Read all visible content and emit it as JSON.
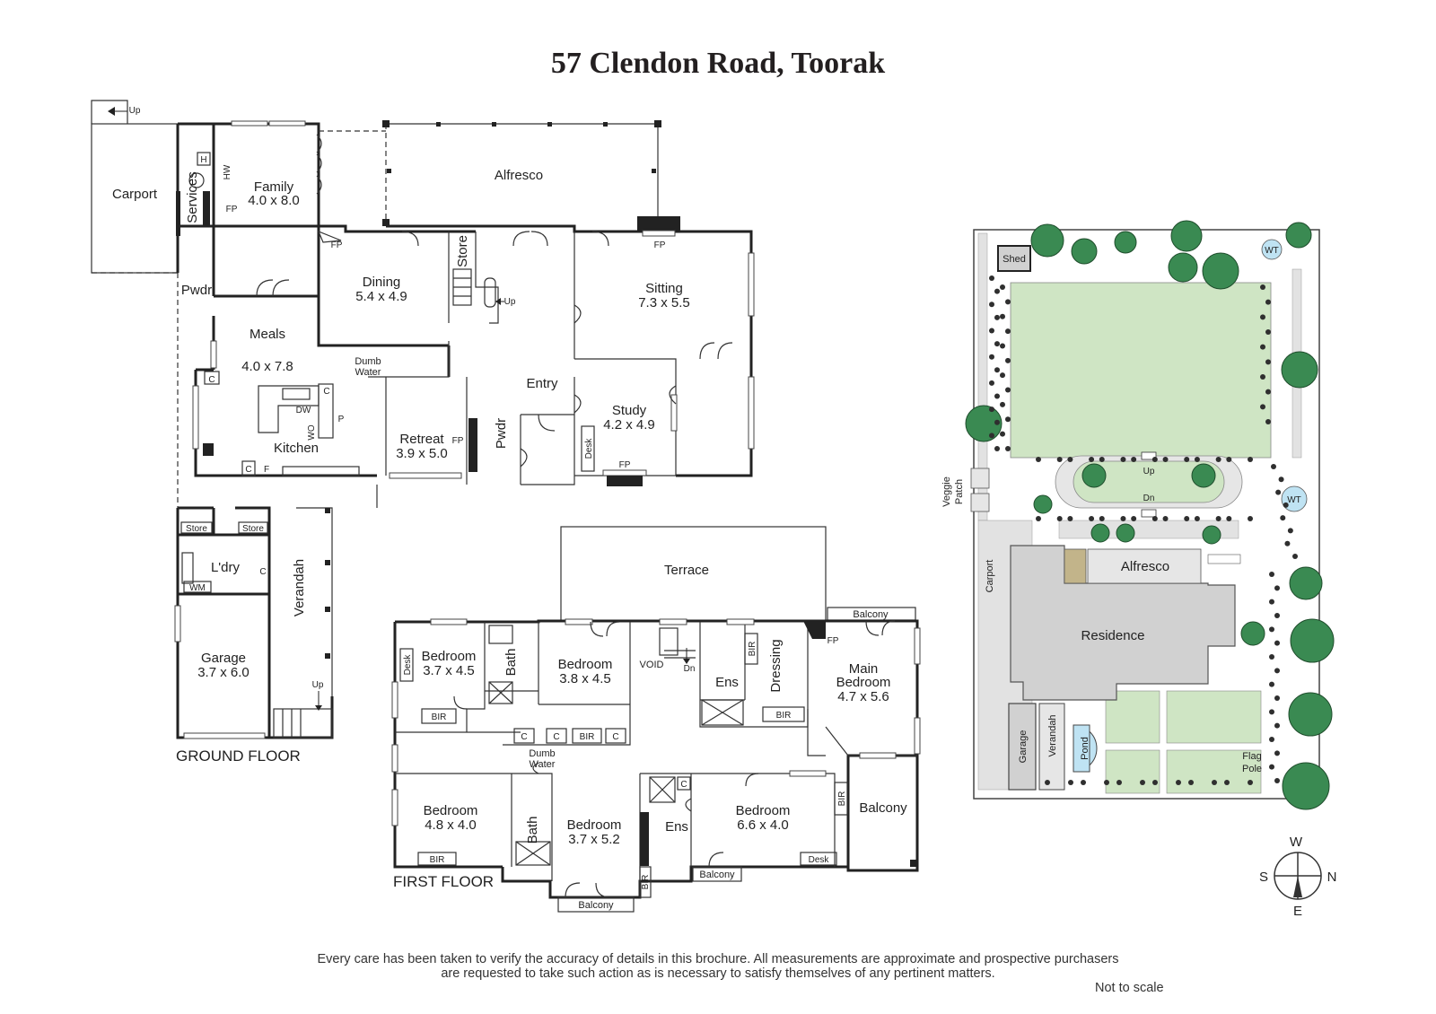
{
  "title": "57 Clendon Road, Toorak",
  "ground_floor": {
    "label": "GROUND FLOOR",
    "rooms": {
      "carport": "Carport",
      "services": "Services",
      "family": "Family",
      "family_dim": "4.0 x 8.0",
      "alfresco": "Alfresco",
      "dining": "Dining",
      "dining_dim": "5.4 x 4.9",
      "store": "Store",
      "sitting": "Sitting",
      "sitting_dim": "7.3 x 5.5",
      "pwdr": "Pwdr",
      "meals": "Meals",
      "meals_dim": "4.0 x 7.8",
      "kitchen": "Kitchen",
      "dumb_water_1": "Dumb",
      "dumb_water_2": "Water",
      "entry": "Entry",
      "retreat": "Retreat",
      "retreat_dim": "3.9 x 5.0",
      "pwdr2": "Pwdr",
      "study": "Study",
      "study_dim": "4.2 x 4.9",
      "store_a": "Store",
      "store_b": "Store",
      "laundry": "L'dry",
      "garage": "Garage",
      "garage_dim": "3.7 x 6.0",
      "verandah": "Verandah"
    },
    "marks": {
      "up": "Up",
      "fp": "FP",
      "h": "H",
      "hw": "HW",
      "c": "C",
      "f": "F",
      "dw": "DW",
      "wo": "WO",
      "p": "P",
      "wm": "WM",
      "desk": "Desk"
    }
  },
  "first_floor": {
    "label": "FIRST FLOOR",
    "rooms": {
      "terrace": "Terrace",
      "balcony_top": "Balcony",
      "bed1": "Bedroom",
      "bed1_dim": "3.7 x 4.5",
      "bath1": "Bath",
      "bed2": "Bedroom",
      "bed2_dim": "3.8 x 4.5",
      "void": "VOID",
      "dn": "Dn",
      "ens1": "Ens",
      "dressing": "Dressing",
      "main_bed_1": "Main",
      "main_bed_2": "Bedroom",
      "main_bed_dim": "4.7 x 5.6",
      "dumb_water_1": "Dumb",
      "dumb_water_2": "Water",
      "bed3": "Bedroom",
      "bed3_dim": "4.8 x 4.0",
      "bath2": "Bath",
      "bed4": "Bedroom",
      "bed4_dim": "3.7 x 5.2",
      "ens2": "Ens",
      "bed5": "Bedroom",
      "bed5_dim": "6.6 x 4.0",
      "balcony_right": "Balcony",
      "balcony_bottom": "Balcony",
      "balcony_bed5": "Balcony"
    },
    "marks": {
      "bir": "BIR",
      "c": "C",
      "desk": "Desk",
      "fp": "FP"
    }
  },
  "site": {
    "shed": "Shed",
    "wt": "WT",
    "veggie_1": "Veggie",
    "veggie_2": "Patch",
    "up": "Up",
    "dn": "Dn",
    "carport": "Carport",
    "alfresco": "Alfresco",
    "residence": "Residence",
    "garage": "Garage",
    "verandah": "Verandah",
    "pond": "Pond",
    "flag_1": "Flag",
    "flag_2": "Pole"
  },
  "compass": {
    "n": "N",
    "s": "S",
    "e": "E",
    "w": "W"
  },
  "disclaimer_1": "Every care has been taken to verify the accuracy of details in this brochure.  All measurements are approximate and prospective purchasers",
  "disclaimer_2": "are requested to take such action as is necessary to satisfy themselves of any pertinent matters.",
  "not_to_scale": "Not to scale",
  "colors": {
    "lawn": "#cfe5c4",
    "tree": "#3a8a52",
    "residence": "#d1d1d1",
    "path": "#e2e2e2",
    "water": "#bfe3f3",
    "walls": "#222222"
  }
}
